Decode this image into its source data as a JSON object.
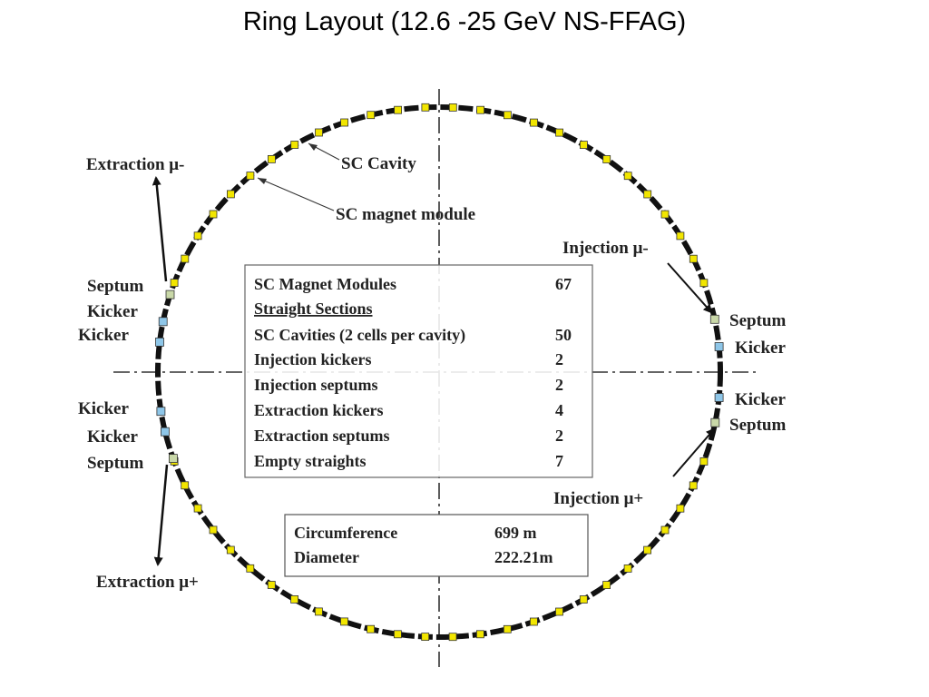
{
  "title": "Ring Layout (12.6 -25 GeV NS-FFAG)",
  "labels": {
    "extraction_minus": "Extraction μ-",
    "extraction_plus": "Extraction μ+",
    "injection_minus": "Injection μ-",
    "injection_plus": "Injection μ+",
    "sc_cavity": "SC Cavity",
    "sc_magnet_module": "SC magnet  module",
    "septum": "Septum",
    "kicker": "Kicker"
  },
  "components_table": {
    "rows": [
      {
        "label": "SC Magnet Modules",
        "value": "67"
      },
      {
        "label": "Straight Sections",
        "value": ""
      },
      {
        "label": "SC Cavities (2 cells per cavity)",
        "value": "50"
      },
      {
        "label": "Injection kickers",
        "value": "2"
      },
      {
        "label": "Injection septums",
        "value": "2"
      },
      {
        "label": "Extraction kickers",
        "value": "4"
      },
      {
        "label": "Extraction septums",
        "value": "2"
      },
      {
        "label": "Empty straights",
        "value": "7"
      }
    ]
  },
  "dimensions_table": {
    "rows": [
      {
        "label": "Circumference",
        "value": "699 m"
      },
      {
        "label": "Diameter",
        "value": "222.21m"
      }
    ]
  },
  "colors": {
    "ring": "#111111",
    "cavity": "#f2e600",
    "kicker": "#8ec6e8",
    "septum": "#c9d8a8"
  }
}
